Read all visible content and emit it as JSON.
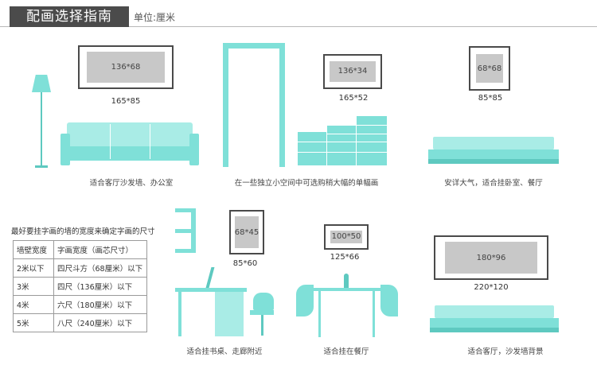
{
  "header": {
    "title": "配画选择指南",
    "unit": "单位:厘米"
  },
  "colors": {
    "accent": "#7fe0d8",
    "dark": "#4b4b4b",
    "mat": "#c8c8c8"
  },
  "scenes": {
    "living_room": {
      "mat_label": "136*68",
      "size_label": "165*85",
      "caption": "适合客厅沙发墙、办公室"
    },
    "doorway": {
      "mat_label": "136*34",
      "size_label": "165*52",
      "caption": "在一些独立小空间中可选购稍大幅的单幅画"
    },
    "bedroom": {
      "mat_label": "68*68",
      "size_label": "85*85",
      "caption": "安详大气，适合挂卧室、餐厅"
    },
    "study": {
      "mat_label": "68*45",
      "size_label": "85*60",
      "caption": "适合挂书桌、走廊附近"
    },
    "dining": {
      "mat_label": "100*50",
      "size_label": "125*66",
      "caption": "适合挂在餐厅"
    },
    "sofa_wall": {
      "mat_label": "180*96",
      "size_label": "220*120",
      "caption": "适合客厅，沙发墙背景"
    }
  },
  "table": {
    "title": "最好要挂字画的墙的宽度来确定字画的尺寸",
    "headers": [
      "墙壁宽度",
      "字画宽度（画芯尺寸）"
    ],
    "rows": [
      [
        "2米以下",
        "四尺斗方（68厘米）以下"
      ],
      [
        "3米",
        "四尺（136厘米）以下"
      ],
      [
        "4米",
        "六尺（180厘米）以下"
      ],
      [
        "5米",
        "八尺（240厘米）以下"
      ]
    ]
  }
}
